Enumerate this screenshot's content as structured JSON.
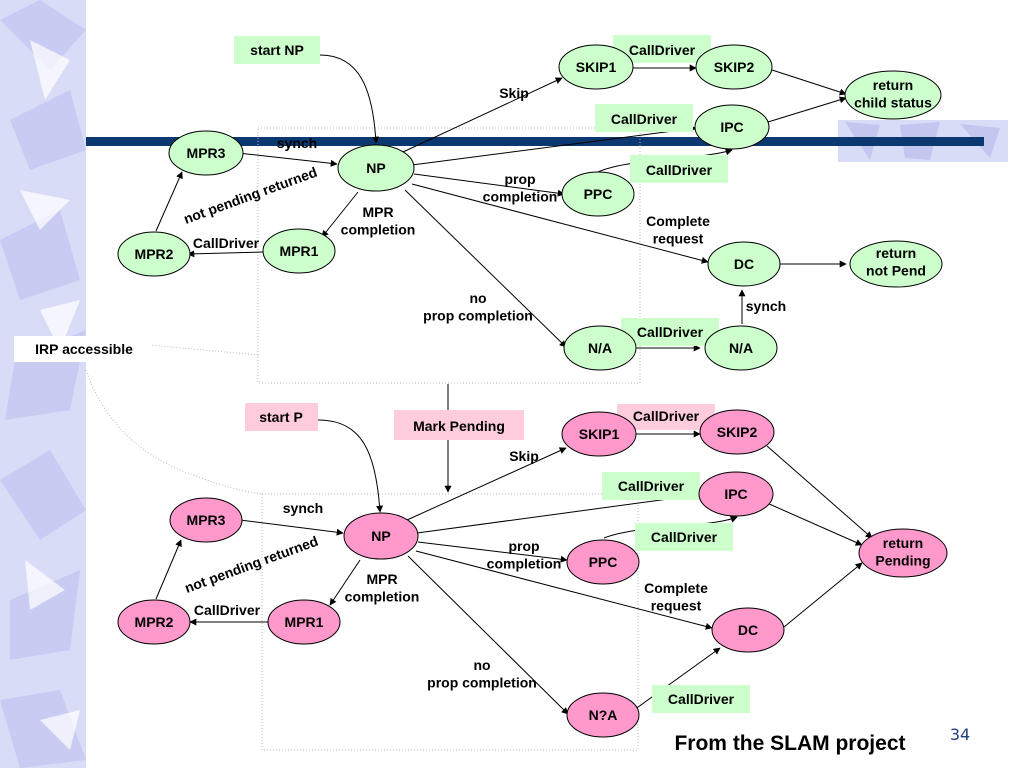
{
  "colors": {
    "green_node": "#ccffcc",
    "pink_node": "#ff99cc",
    "green_label": "#ccffcc",
    "pink_label": "#ffccdd",
    "bar": "#0b3870",
    "pattern": "#d9dcf7"
  },
  "top": {
    "nodes": {
      "skip1": "SKIP1",
      "skip2": "SKIP2",
      "ret_child": "return child status",
      "ipc": "IPC",
      "mpr3": "MPR3",
      "np": "NP",
      "ppc": "PPC",
      "mpr2": "MPR2",
      "mpr1": "MPR1",
      "dc": "DC",
      "ret_notpend": "return not Pend",
      "na1": "N/A",
      "na2": "N/A"
    },
    "boxes": {
      "start": "start NP",
      "cd_skip": "CallDriver",
      "cd_ipc": "CallDriver",
      "cd_ppc": "CallDriver",
      "cd_na": "CallDriver"
    },
    "labels": {
      "skip": "Skip",
      "synch": "synch",
      "prop": "prop completion",
      "not_pending": "not pending returned",
      "cd_mpr": "CallDriver",
      "mpr_completion": "MPR completion",
      "complete_request": "Complete request",
      "no_prop": "no prop completion",
      "synch_dc": "synch"
    }
  },
  "bottom": {
    "nodes": {
      "skip1": "SKIP1",
      "skip2": "SKIP2",
      "ipc": "IPC",
      "mpr3": "MPR3",
      "np": "NP",
      "ppc": "PPC",
      "ret_pending": "return Pending",
      "mpr2": "MPR2",
      "mpr1": "MPR1",
      "dc": "DC",
      "na": "N?A"
    },
    "boxes": {
      "start": "start P",
      "mark_pending": "Mark Pending",
      "cd_skip": "CallDriver",
      "cd_ipc": "CallDriver",
      "cd_ppc": "CallDriver",
      "cd_na": "CallDriver"
    },
    "labels": {
      "skip": "Skip",
      "synch": "synch",
      "prop": "prop completion",
      "not_pending": "not pending returned",
      "cd_mpr": "CallDriver",
      "mpr_completion": "MPR completion",
      "complete_request": "Complete request",
      "no_prop": "no prop completion"
    }
  },
  "irp_accessible": "IRP accessible",
  "footer": {
    "title": "From the SLAM project",
    "page": "34"
  }
}
